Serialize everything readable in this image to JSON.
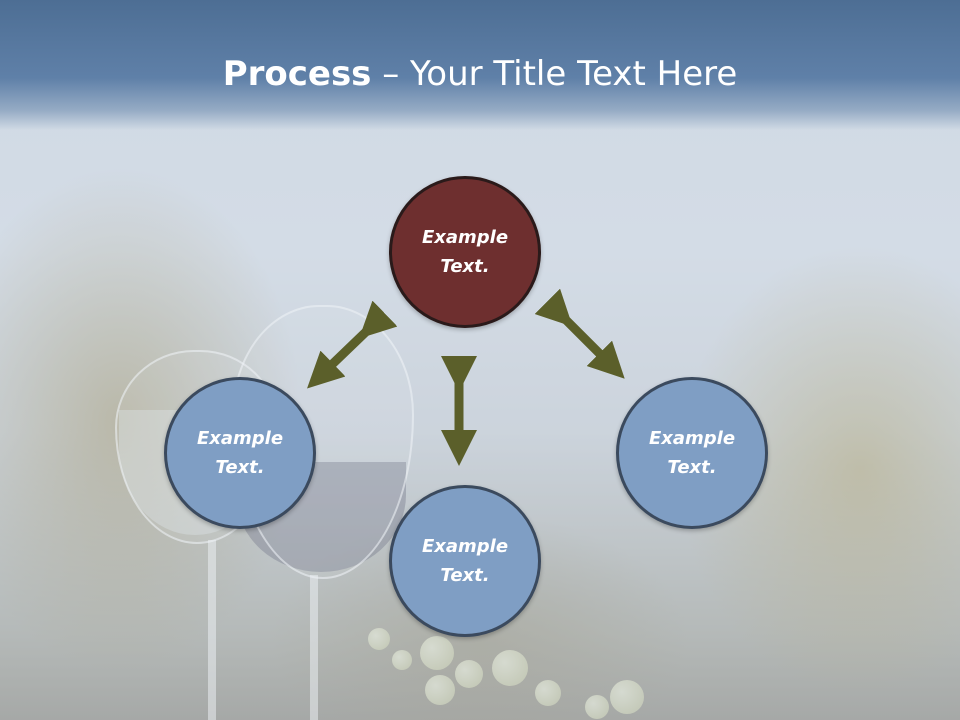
{
  "slide": {
    "title_strong": "Process",
    "title_rest": " – Your Title Text Here"
  },
  "nodes": {
    "top": "Example Text.",
    "left": "Example Text.",
    "right": "Example Text.",
    "bottom": "Example Text."
  },
  "colors": {
    "header": "#5f80a8",
    "top_node": "#6e2f2f",
    "blue_node": "#7f9ec4",
    "arrow": "#5b5f2a"
  }
}
